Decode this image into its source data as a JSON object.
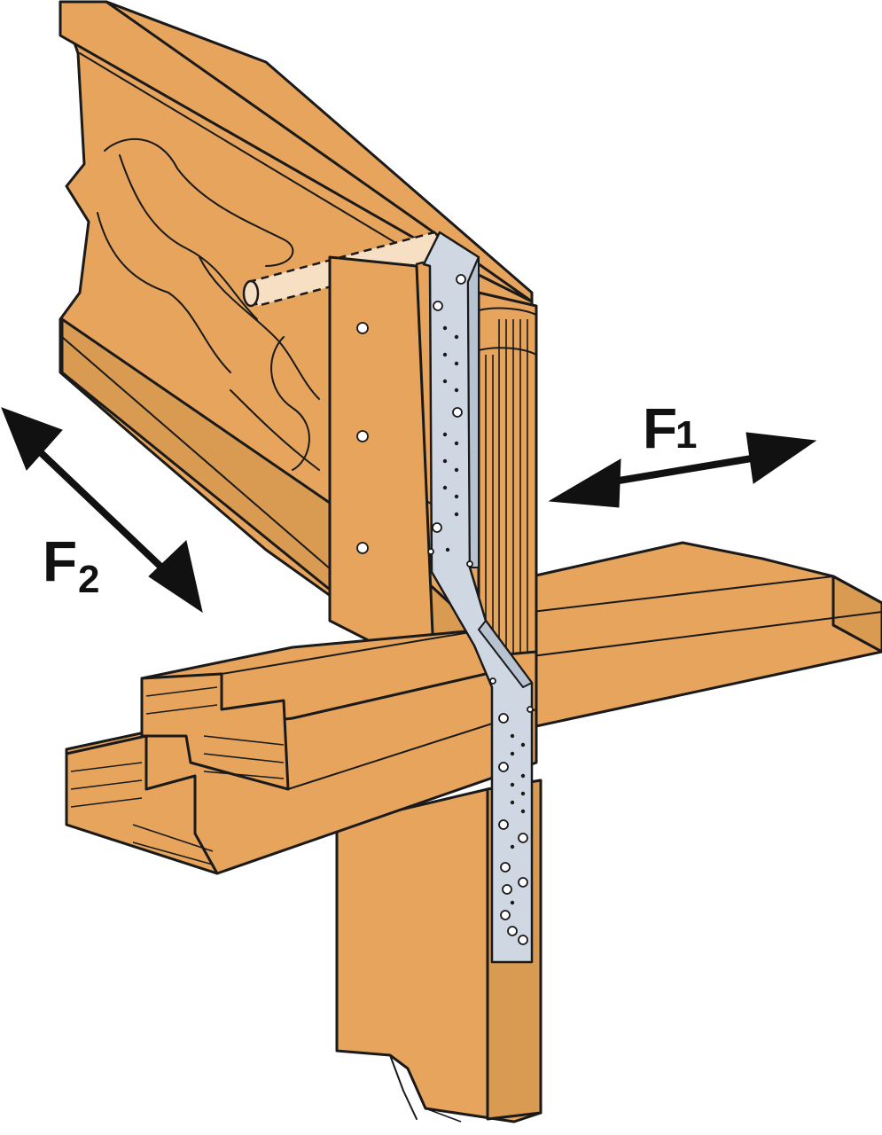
{
  "labels": {
    "force_one_letter": "F",
    "force_one_subscript": "1",
    "force_two_letter": "F",
    "force_two_subscript": "2"
  },
  "colors": {
    "wood": "#e6a45d",
    "strap": "#cfd8e2",
    "blocking": "#f7dfc4",
    "outline": "#1a1a1a"
  }
}
